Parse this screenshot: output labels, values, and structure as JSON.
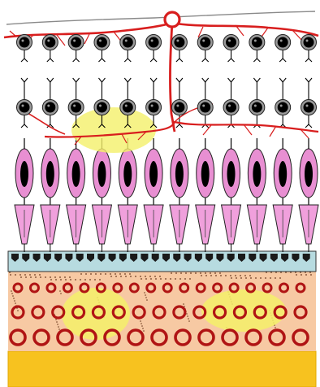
{
  "diagram": {
    "kind": "retina-layers-schematic",
    "text_labels": [],
    "columns": 12,
    "colors": {
      "background": "#ffffff",
      "vessel": "#d81e1e",
      "vessel_dark": "#b01414",
      "ganglion_cell_body": "#000000",
      "ganglion_cell_ring": "#9a9a9a",
      "axon_line": "#000000",
      "photoreceptor_outer": "#e88fd2",
      "photoreceptor_inner": "#000000",
      "cone_segment": "#f0a0dc",
      "rpe_band": "#b7dbe0",
      "rpe_teeth": "#1a1a1a",
      "choroid_bg": "#f7c9a3",
      "choroid_ring": "#b01414",
      "choroid_ring_fill": "#f7c9a3",
      "deposit_highlight": "#f4f06a",
      "sclera_band": "#f7c21f",
      "sclera_outline": "#e3a800"
    },
    "layers": [
      {
        "name": "vascular-surface"
      },
      {
        "name": "ganglion-row-1"
      },
      {
        "name": "ganglion-row-2"
      },
      {
        "name": "capillary-network"
      },
      {
        "name": "photoreceptor-bodies"
      },
      {
        "name": "photoreceptor-segments"
      },
      {
        "name": "retinal-pigment-epithelium"
      },
      {
        "name": "choroid"
      },
      {
        "name": "sclera"
      }
    ],
    "highlights": [
      {
        "name": "retina-yellow-patch",
        "level": "capillary-network"
      },
      {
        "name": "choroid-yellow-patch-left",
        "level": "choroid"
      },
      {
        "name": "choroid-yellow-patch-right",
        "level": "choroid"
      }
    ]
  }
}
